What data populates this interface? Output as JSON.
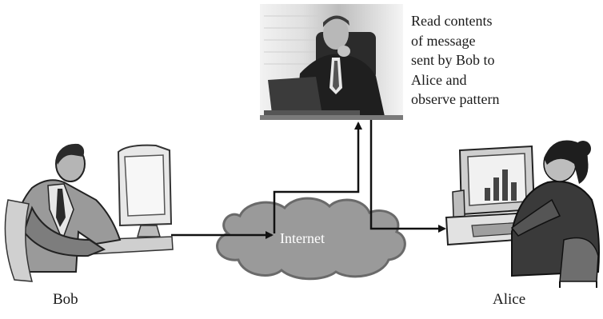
{
  "diagram": {
    "nodes": {
      "bob": {
        "label": "Bob"
      },
      "alice": {
        "label": "Alice"
      },
      "internet": {
        "label": "Internet"
      }
    },
    "observer_note": {
      "lines": [
        "Read contents",
        "of message",
        "sent by Bob to",
        "Alice and",
        "observe pattern"
      ]
    },
    "edges": [
      {
        "from": "bob",
        "to": "internet"
      },
      {
        "from": "internet",
        "to": "observer"
      },
      {
        "from": "observer",
        "to": "alice"
      }
    ]
  },
  "colors": {
    "line": "#111111",
    "cloud_fill": "#9a9a9a",
    "cloud_stroke": "#6a6a6a",
    "figure_dark": "#2a2a2a",
    "figure_mid": "#8a8a8a",
    "figure_light": "#d6d6d6"
  }
}
